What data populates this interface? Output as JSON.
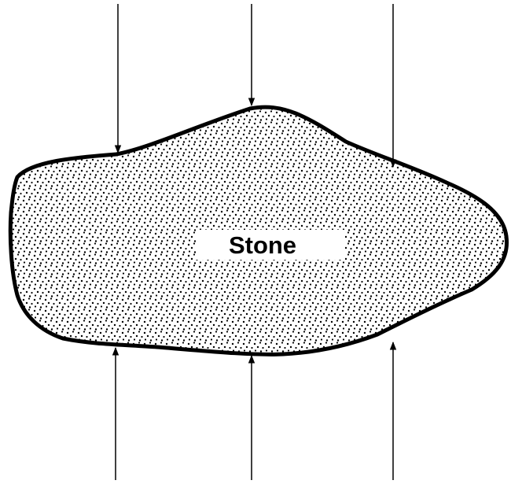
{
  "diagram": {
    "label": "Stone",
    "colors": {
      "ink": "#000000",
      "background": "#ffffff",
      "label_box": "#ffffff"
    },
    "arrows": {
      "top": {
        "count": 3,
        "direction": "down"
      },
      "bottom": {
        "count": 3,
        "direction": "up"
      }
    }
  }
}
